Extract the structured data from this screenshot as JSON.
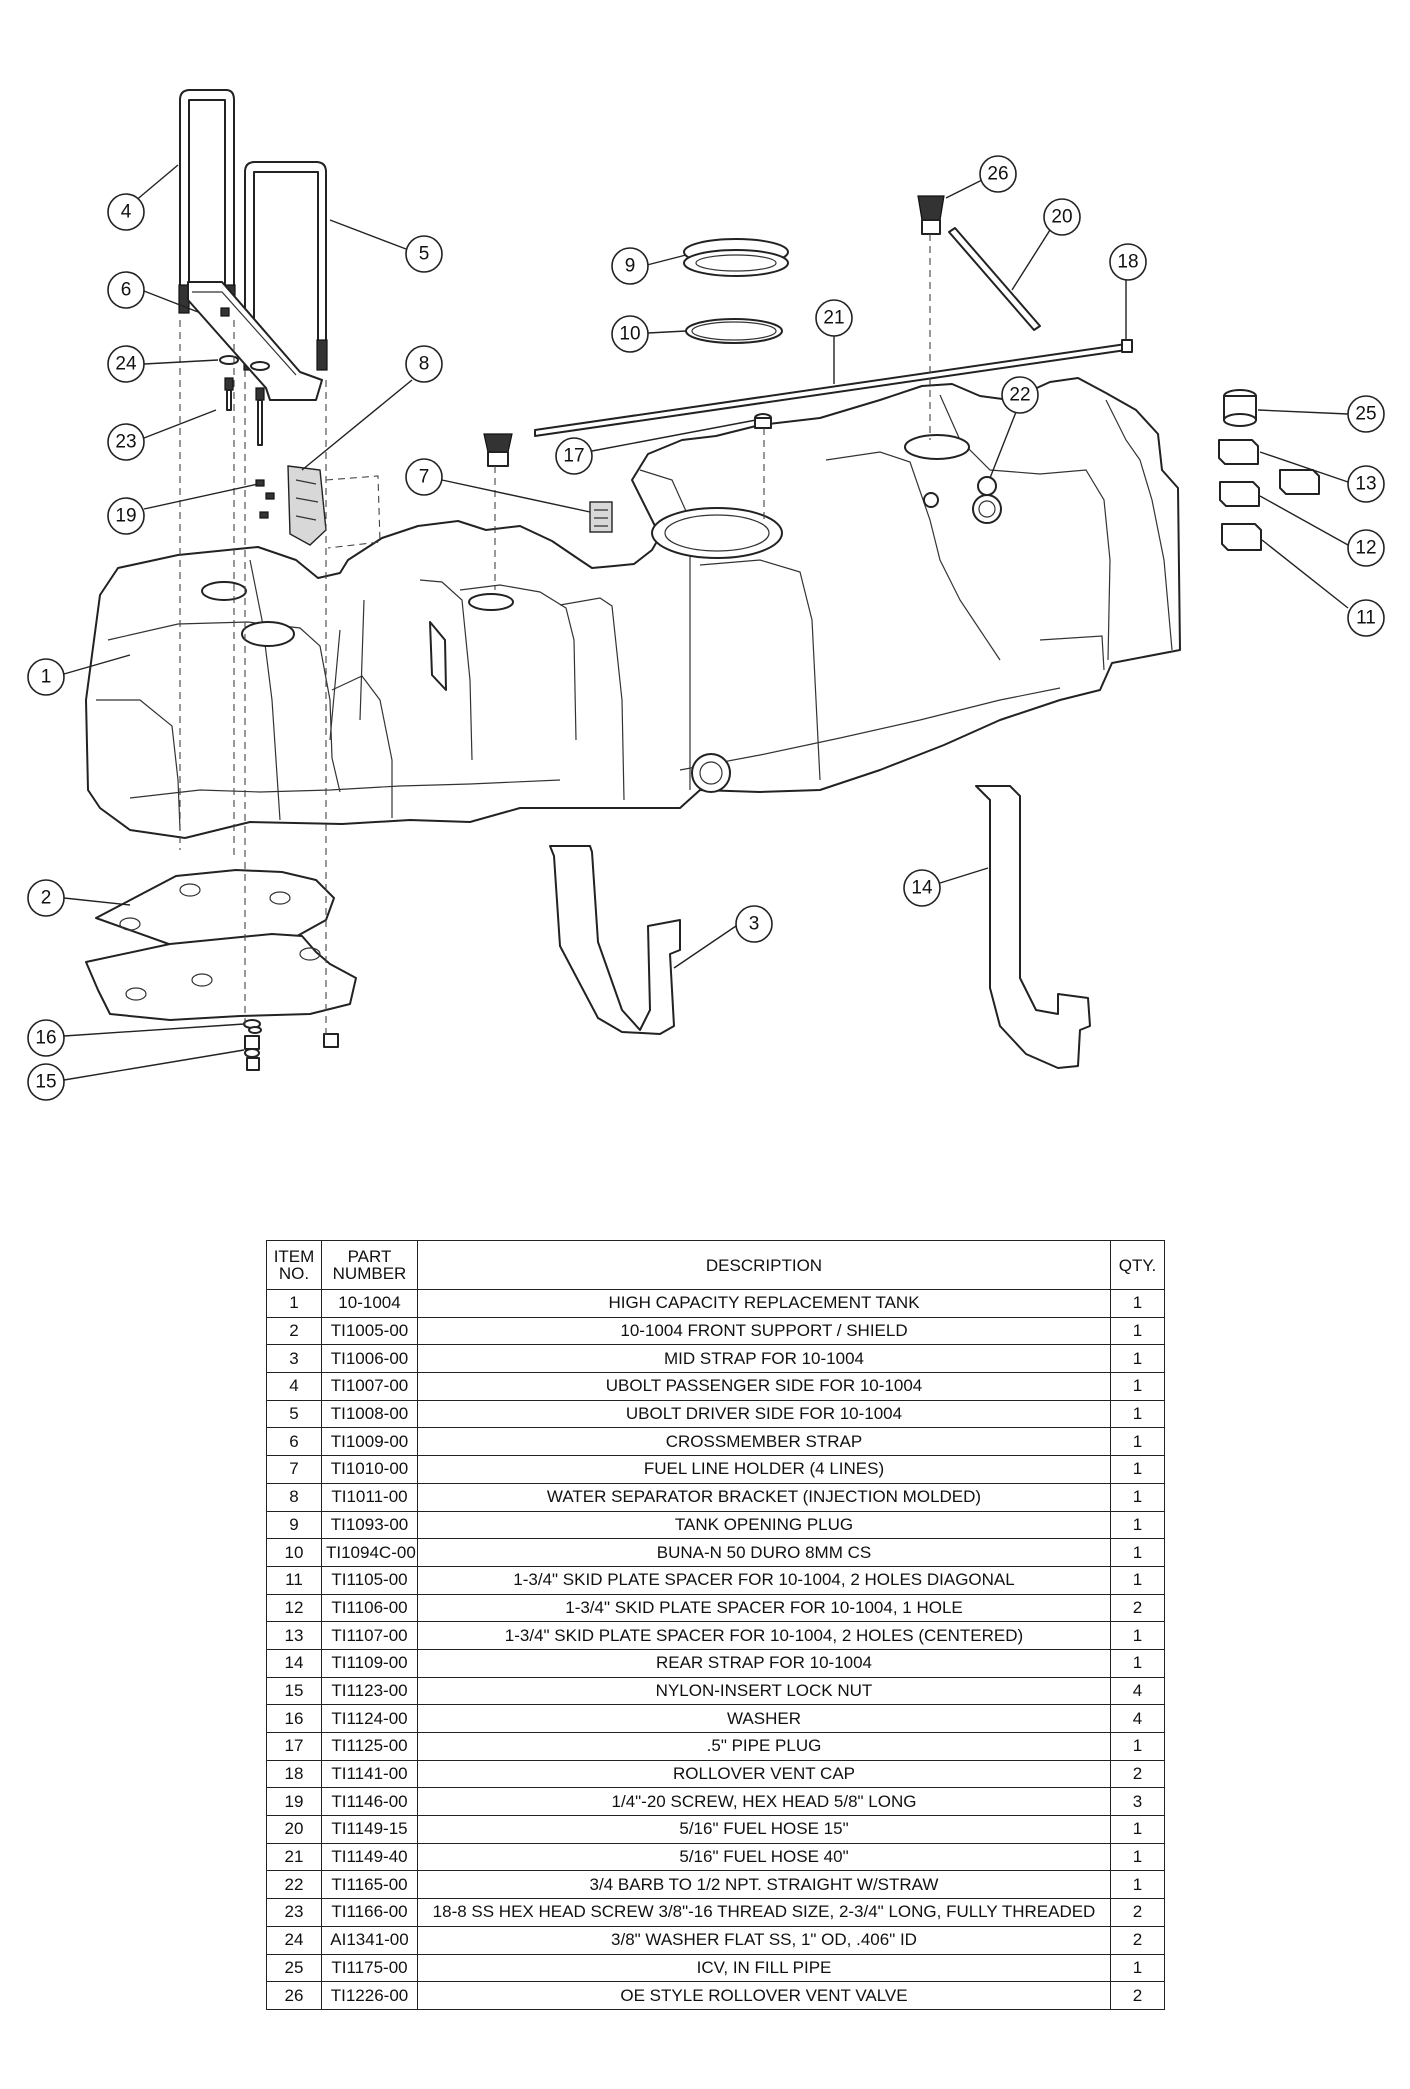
{
  "diagram": {
    "callouts": [
      {
        "num": "1",
        "part": "tank"
      },
      {
        "num": "2",
        "part": "front-support"
      },
      {
        "num": "3",
        "part": "mid-strap"
      },
      {
        "num": "4",
        "part": "ubolt-passenger"
      },
      {
        "num": "5",
        "part": "ubolt-driver"
      },
      {
        "num": "6",
        "part": "crossmember-strap"
      },
      {
        "num": "7",
        "part": "fuel-line-holder"
      },
      {
        "num": "8",
        "part": "water-separator-bracket"
      },
      {
        "num": "9",
        "part": "tank-opening-plug"
      },
      {
        "num": "10",
        "part": "o-ring"
      },
      {
        "num": "11",
        "part": "spacer-diagonal"
      },
      {
        "num": "12",
        "part": "spacer-one-hole"
      },
      {
        "num": "13",
        "part": "spacer-centered"
      },
      {
        "num": "14",
        "part": "rear-strap"
      },
      {
        "num": "15",
        "part": "lock-nut"
      },
      {
        "num": "16",
        "part": "washer"
      },
      {
        "num": "17",
        "part": "pipe-plug"
      },
      {
        "num": "18",
        "part": "rollover-vent-cap"
      },
      {
        "num": "19",
        "part": "hex-screw"
      },
      {
        "num": "20",
        "part": "fuel-hose-15"
      },
      {
        "num": "21",
        "part": "fuel-hose-40"
      },
      {
        "num": "22",
        "part": "barb-fitting"
      },
      {
        "num": "23",
        "part": "ss-hex-screw"
      },
      {
        "num": "24",
        "part": "flat-washer"
      },
      {
        "num": "25",
        "part": "icv"
      },
      {
        "num": "26",
        "part": "rollover-vent-valve"
      }
    ]
  },
  "bom": {
    "headers": {
      "item_line1": "ITEM",
      "item_line2": "NO.",
      "part_line1": "PART",
      "part_line2": "NUMBER",
      "description": "DESCRIPTION",
      "qty": "QTY."
    },
    "rows": [
      {
        "item": "1",
        "part": "10-1004",
        "desc": "HIGH CAPACITY REPLACEMENT TANK",
        "qty": "1"
      },
      {
        "item": "2",
        "part": "TI1005-00",
        "desc": "10-1004 FRONT SUPPORT / SHIELD",
        "qty": "1"
      },
      {
        "item": "3",
        "part": "TI1006-00",
        "desc": "MID STRAP FOR 10-1004",
        "qty": "1"
      },
      {
        "item": "4",
        "part": "TI1007-00",
        "desc": "UBOLT PASSENGER SIDE FOR 10-1004",
        "qty": "1"
      },
      {
        "item": "5",
        "part": "TI1008-00",
        "desc": "UBOLT DRIVER SIDE FOR 10-1004",
        "qty": "1"
      },
      {
        "item": "6",
        "part": "TI1009-00",
        "desc": "CROSSMEMBER STRAP",
        "qty": "1"
      },
      {
        "item": "7",
        "part": "TI1010-00",
        "desc": "FUEL LINE HOLDER (4 LINES)",
        "qty": "1"
      },
      {
        "item": "8",
        "part": "TI1011-00",
        "desc": "WATER SEPARATOR BRACKET (INJECTION MOLDED)",
        "qty": "1"
      },
      {
        "item": "9",
        "part": "TI1093-00",
        "desc": "TANK OPENING PLUG",
        "qty": "1"
      },
      {
        "item": "10",
        "part": "TI1094C-00",
        "desc": "BUNA-N 50 DURO 8MM CS",
        "qty": "1"
      },
      {
        "item": "11",
        "part": "TI1105-00",
        "desc": "1-3/4\" SKID PLATE SPACER FOR 10-1004, 2 HOLES DIAGONAL",
        "qty": "1"
      },
      {
        "item": "12",
        "part": "TI1106-00",
        "desc": "1-3/4\" SKID PLATE SPACER FOR 10-1004, 1 HOLE",
        "qty": "2"
      },
      {
        "item": "13",
        "part": "TI1107-00",
        "desc": "1-3/4\" SKID PLATE SPACER FOR 10-1004, 2 HOLES (CENTERED)",
        "qty": "1"
      },
      {
        "item": "14",
        "part": "TI1109-00",
        "desc": "REAR STRAP FOR 10-1004",
        "qty": "1"
      },
      {
        "item": "15",
        "part": "TI1123-00",
        "desc": "NYLON-INSERT LOCK NUT",
        "qty": "4"
      },
      {
        "item": "16",
        "part": "TI1124-00",
        "desc": "WASHER",
        "qty": "4"
      },
      {
        "item": "17",
        "part": "TI1125-00",
        "desc": ".5\" PIPE PLUG",
        "qty": "1"
      },
      {
        "item": "18",
        "part": "TI1141-00",
        "desc": "ROLLOVER VENT CAP",
        "qty": "2"
      },
      {
        "item": "19",
        "part": "TI1146-00",
        "desc": "1/4\"-20 SCREW, HEX HEAD 5/8\" LONG",
        "qty": "3"
      },
      {
        "item": "20",
        "part": "TI1149-15",
        "desc": "5/16\" FUEL HOSE 15\"",
        "qty": "1"
      },
      {
        "item": "21",
        "part": "TI1149-40",
        "desc": "5/16\" FUEL HOSE 40\"",
        "qty": "1"
      },
      {
        "item": "22",
        "part": "TI1165-00",
        "desc": "3/4 BARB TO 1/2 NPT. STRAIGHT W/STRAW",
        "qty": "1"
      },
      {
        "item": "23",
        "part": "TI1166-00",
        "desc": "18-8 SS HEX HEAD SCREW 3/8\"-16 THREAD SIZE, 2-3/4\" LONG, FULLY THREADED",
        "qty": "2"
      },
      {
        "item": "24",
        "part": "AI1341-00",
        "desc": "3/8\" WASHER FLAT SS, 1\" OD, .406\" ID",
        "qty": "2"
      },
      {
        "item": "25",
        "part": "TI1175-00",
        "desc": "ICV, IN FILL PIPE",
        "qty": "1"
      },
      {
        "item": "26",
        "part": "TI1226-00",
        "desc": "OE STYLE ROLLOVER VENT VALVE",
        "qty": "2"
      }
    ]
  }
}
